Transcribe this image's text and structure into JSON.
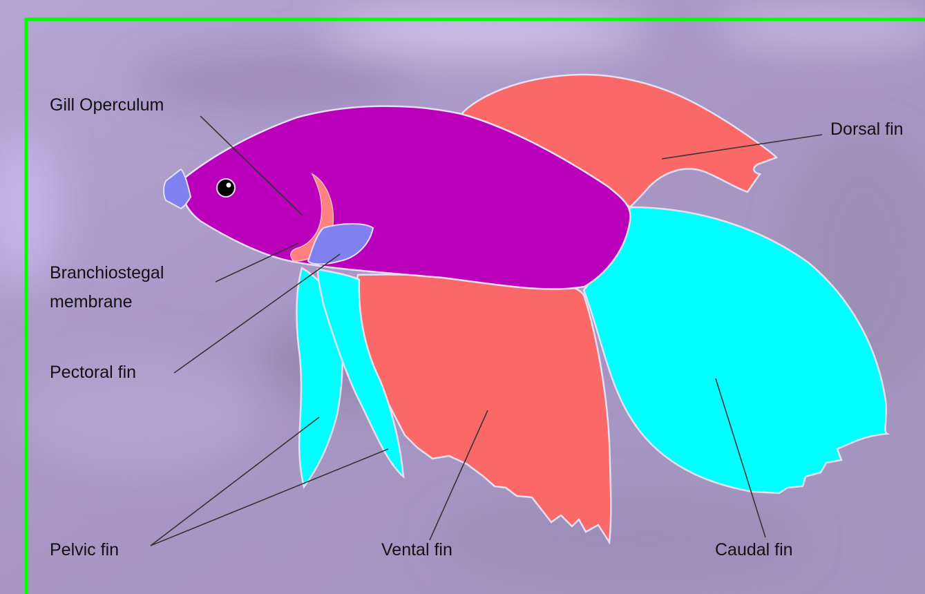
{
  "diagram": {
    "labels": {
      "gill_operculum": "Gill Operculum",
      "dorsal_fin": "Dorsal fin",
      "branchiostegal_line1": "Branchiostegal",
      "branchiostegal_line2": "membrane",
      "pectoral_fin": "Pectoral fin",
      "pelvic_fin": "Pelvic fin",
      "vental_fin": "Vental fin",
      "caudal_fin": "Caudal fin"
    },
    "colors": {
      "frame_border": "#00ff00",
      "background": "#a99ac6",
      "body": "#bb00bb",
      "red_fins": "#fb6868",
      "cyan_fins": "#00ffff",
      "mouth_and_membrane": "#8080f0",
      "gill_stripe": "#ff8080",
      "leader_lines": "#333333"
    }
  }
}
